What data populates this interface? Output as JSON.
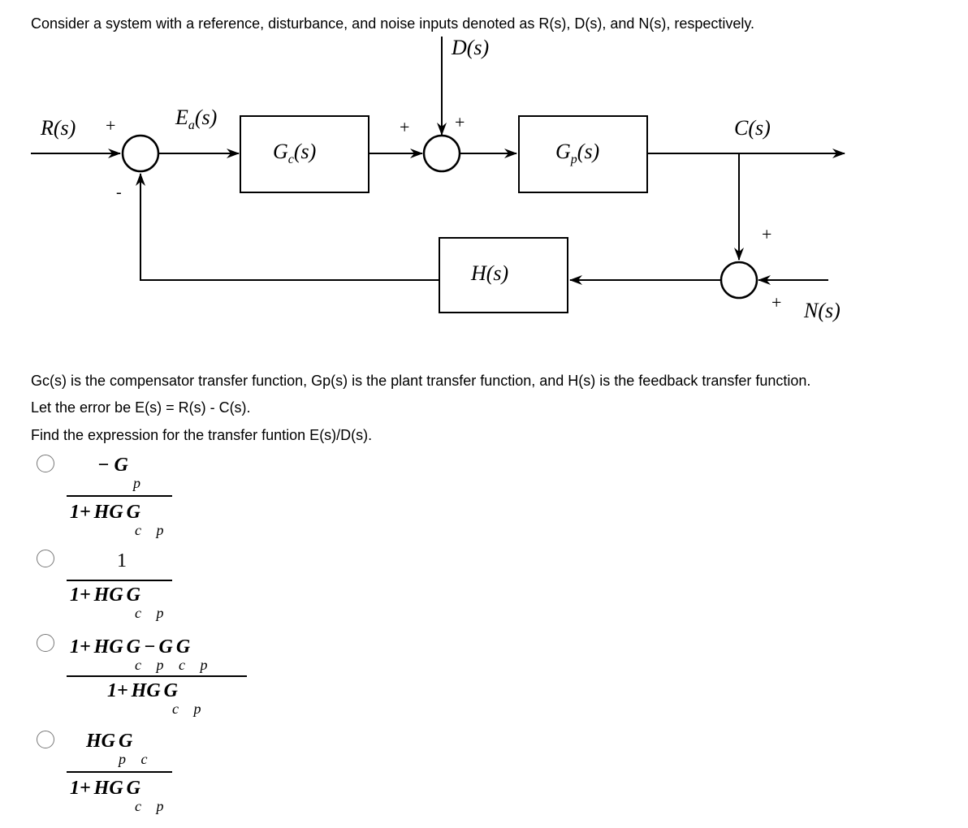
{
  "question": {
    "intro": "Consider a system with a reference, disturbance, and noise inputs denoted as R(s), D(s), and N(s), respectively.",
    "line1": "Gc(s) is the compensator transfer function, Gp(s) is the plant transfer function, and H(s) is the feedback transfer function.",
    "line2": "Let the error be E(s) = R(s) - C(s).",
    "line3": "Find the expression for the transfer funtion E(s)/D(s)."
  },
  "diagram": {
    "ref_input": "R(s)",
    "disturbance": "D(s)",
    "noise": "N(s)",
    "output": "C(s)",
    "actuating_error": "E",
    "actuating_error_sub": "a",
    "actuating_error_arg": "(s)",
    "compensator": "G",
    "compensator_sub": "c",
    "compensator_arg": "(s)",
    "plant": "G",
    "plant_sub": "p",
    "plant_arg": "(s)",
    "feedback": "H(s)",
    "sign_plus": "+",
    "sign_minus": "-"
  },
  "options": [
    {
      "num_main": "− G",
      "num_sub": "p",
      "den_main": "1+ HG G",
      "den_sub": "c p"
    },
    {
      "num_main": "1",
      "den_main": "1+ HG G",
      "den_sub": "c p"
    },
    {
      "num_main": "1+ HG G − G G",
      "num_sub": "c p c p",
      "den_main": "1+ HG G",
      "den_sub": "c p"
    },
    {
      "num_main": "HG G",
      "num_sub": "p c",
      "den_main": "1+ HG G",
      "den_sub": "c p"
    }
  ]
}
